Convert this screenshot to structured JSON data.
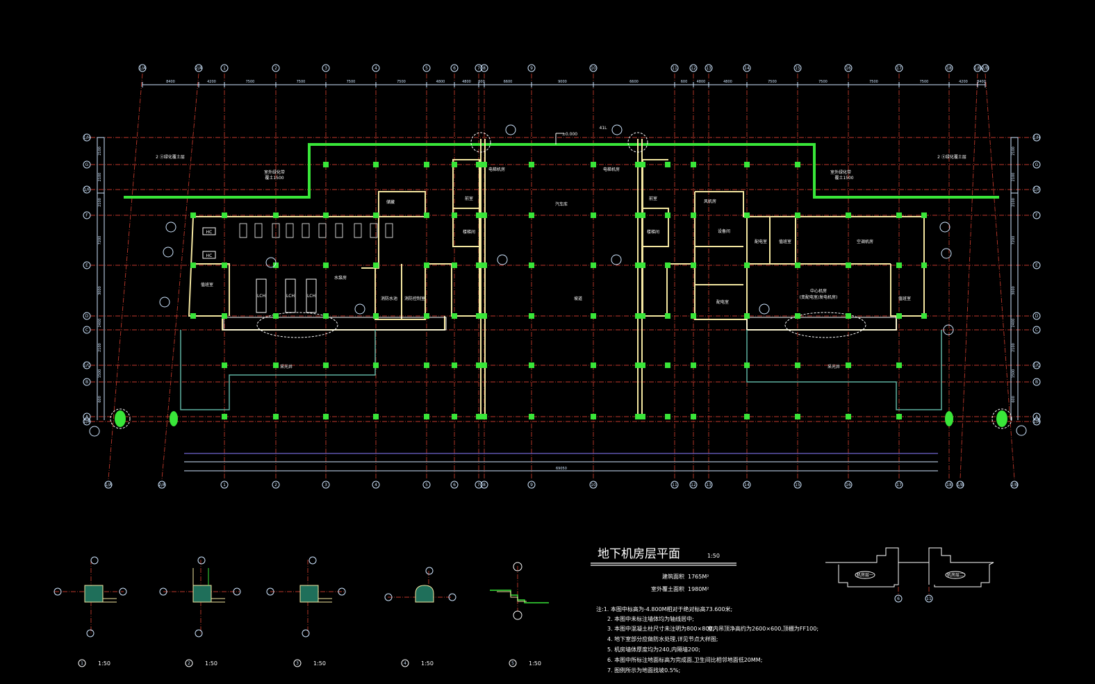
{
  "drawing": {
    "title": "地下机房层平面",
    "scale": "1:50",
    "area_label_1": "建筑面积",
    "area_value_1": "1765M²",
    "area_label_2": "室外覆土面积",
    "area_value_2": "1980M²",
    "notes": [
      "注:1. 本图中标高为-4.800M相对于绝对标高73.600米;",
      "2. 本图中未标注墙体均为轴线居中;",
      "3. 本图中混凝土柱尺寸未注明为800×800,",
      "4. 地下室部分应做防水处理,详见节点大样图;",
      "5. 机房墙体厚度均为240,内隔墙200;",
      "6. 本图中所标注地面标高为完成面,卫生间比相邻地面低20MM;",
      "7. 图例所示为地面找坡0.5%;"
    ],
    "note3_extra": "室内吊顶净高约为2600×600,顶棚为FF100;"
  },
  "axes_top": {
    "labels": [
      "1/A",
      "2/A",
      "1",
      "2",
      "3",
      "4",
      "5",
      "6",
      "7",
      "8",
      "9",
      "10",
      "11",
      "12",
      "13",
      "14",
      "15",
      "16",
      "17",
      "18",
      "1/B",
      "2/B"
    ],
    "dims": [
      "8400",
      "4200",
      "7500",
      "7500",
      "7500",
      "7500",
      "4800",
      "4800",
      "600",
      "6600",
      "9000",
      "6600",
      "600",
      "4800",
      "4800",
      "7500",
      "7500",
      "7500",
      "7500",
      "4200",
      "8400"
    ]
  },
  "axes_bottom": {
    "labels": [
      "1/A",
      "2/A",
      "1",
      "2",
      "3",
      "4",
      "5",
      "6",
      "7",
      "8",
      "9",
      "10",
      "11",
      "12",
      "13",
      "14",
      "15",
      "16",
      "17",
      "18",
      "1/B",
      "2/B"
    ],
    "total": "69050"
  },
  "axes_left": {
    "labels": [
      "1/H",
      "G",
      "1/F",
      "F",
      "E",
      "D",
      "C",
      "1/C",
      "B",
      "A",
      "1/A"
    ],
    "dims": [
      "2100",
      "2100",
      "2100",
      "7200",
      "3000",
      "2400",
      "2100",
      "1500",
      "600"
    ]
  },
  "rooms": {
    "left_hall": "水泵房",
    "left_storage": "储藏",
    "left_office": "值班室",
    "left_pump": "消防水池",
    "center": "汽车库",
    "left_elevator": "电梯机房",
    "right_elevator": "电梯机房",
    "left_stair": "楼梯间",
    "right_stair": "楼梯间",
    "left_pit": "前室",
    "right_pit": "前室",
    "right_hall": "中心机房",
    "right_hall_sub": "(变配电室/发电机房)",
    "right_store": "配电室",
    "right_office": "值班室",
    "right_small_1": "风机房",
    "right_small_2": "设备间",
    "right_top": "空调机房",
    "left_yard": "采光井",
    "right_yard": "采光井",
    "ramp": "坡道",
    "fire_room": "消防控制室"
  },
  "equipment_tags": [
    "HC",
    "HC",
    "LCH",
    "LCH",
    "LCH"
  ],
  "callouts": {
    "left_top_note": "室外绿化带",
    "left_top_sub": "覆土1500",
    "right_top_note": "室外绿化带",
    "right_top_sub": "覆土1500",
    "top_elev": "±0.000",
    "level_tag_left": "2 ⓐ绿化覆土层",
    "level_tag_right": "2 ⓐ绿化覆土层",
    "side_label": "41L"
  },
  "details": [
    {
      "num": "1",
      "scale": "1:50"
    },
    {
      "num": "2",
      "scale": "1:50"
    },
    {
      "num": "3",
      "scale": "1:50"
    },
    {
      "num": "4",
      "scale": "1:50"
    },
    {
      "num": "5",
      "scale": "1:50"
    }
  ],
  "keyplan": {
    "left_label": "机房层一",
    "right_label": "机房层二",
    "axis_left": "6",
    "axis_right": "11"
  },
  "colors": {
    "background": "#000000",
    "grid": "#c0392b",
    "wall": "#f4e7a1",
    "green_line": "#39e639",
    "dimension": "#cfe6ff",
    "purple_dim": "#8a7cff"
  }
}
